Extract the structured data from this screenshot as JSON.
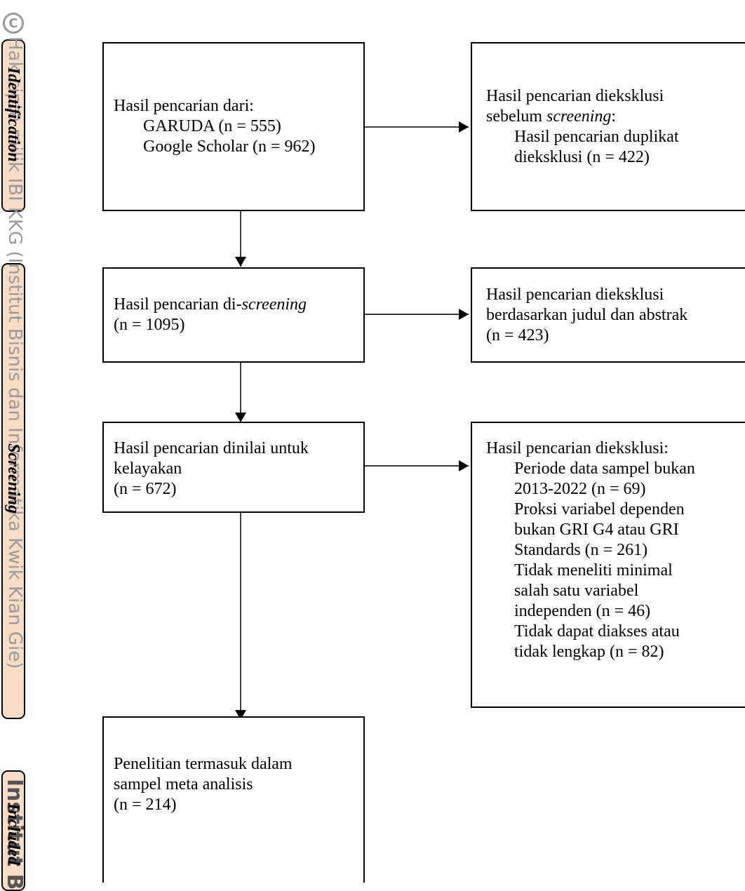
{
  "watermark": {
    "copyright_symbol": "C",
    "text_top": "Hak cipta milik IBI KKG (Institut Bisnis dan Informatika Kwik Kian Gie)",
    "text_bottom": "Institut B"
  },
  "phases": {
    "identification": "Identification",
    "screening": "Screening",
    "included": "Included"
  },
  "boxes": {
    "search_results": {
      "line1": "Hasil pencarian dari:",
      "line2": "GARUDA (n = 555)",
      "line3": "Google Scholar (n = 962)"
    },
    "excluded_before_screening": {
      "line1": "Hasil pencarian dieksklusi",
      "line2_prefix": "sebelum ",
      "line2_italic": "screening",
      "line2_suffix": ":",
      "line3": "Hasil pencarian duplikat",
      "line4": "dieksklusi (n = 422)"
    },
    "screened": {
      "line1_prefix": "Hasil pencarian di-",
      "line1_italic": "screening",
      "line2": "(n = 1095)"
    },
    "excluded_title_abstract": {
      "line1": "Hasil pencarian dieksklusi",
      "line2": "berdasarkan judul dan abstrak",
      "line3": "(n = 423)"
    },
    "eligibility": {
      "line1": "Hasil pencarian dinilai untuk",
      "line2": "kelayakan",
      "line3": "(n = 672)"
    },
    "excluded_reasons": {
      "line1": "Hasil pencarian dieksklusi:",
      "reasons": [
        "Periode data sampel bukan",
        "2013-2022 (n = 69)",
        "Proksi variabel dependen",
        "bukan GRI G4 atau GRI",
        "Standards (n = 261)",
        "Tidak meneliti minimal",
        "salah satu variabel",
        "independen (n = 46)",
        "Tidak dapat diakses atau",
        "tidak lengkap (n = 82)"
      ]
    },
    "included_studies": {
      "line1": "Penelitian termasuk dalam",
      "line2": "sampel meta analisis",
      "line3": "(n = 214)"
    }
  }
}
